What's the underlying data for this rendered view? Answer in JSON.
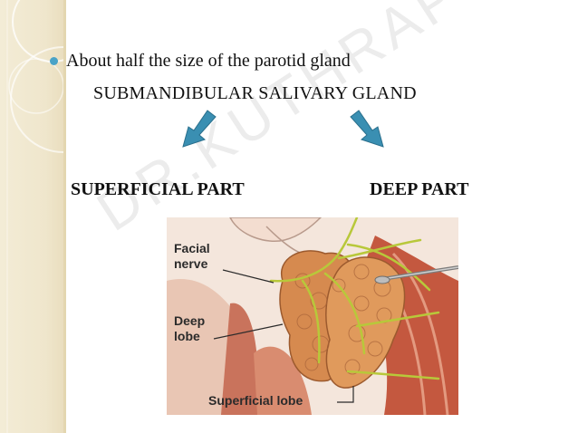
{
  "slide": {
    "bullet": "About half the size of the parotid gland",
    "heading": "SUBMANDIBULAR SALIVARY GLAND",
    "left_label": "SUPERFICIAL PART",
    "right_label": "DEEP PART",
    "watermark": "DR.KUTHRAP"
  },
  "figure": {
    "label_facial": "Facial",
    "label_nerve": "nerve",
    "label_deep": "Deep",
    "label_lobe": "lobe",
    "label_superficial": "Superficial lobe"
  },
  "colors": {
    "bullet": "#4aa3c7",
    "arrow": "#3a8fb2",
    "band": "#efe6cc"
  }
}
